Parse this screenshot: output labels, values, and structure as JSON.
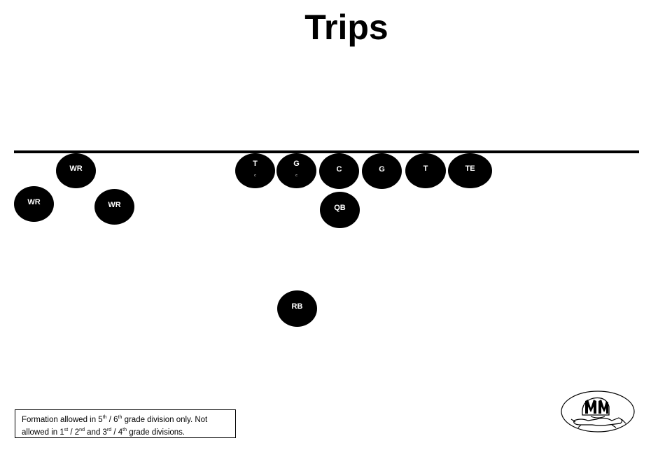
{
  "title": "Trips",
  "players": [
    {
      "id": "wr-1",
      "label": "WR",
      "sub": ""
    },
    {
      "id": "wr-2",
      "label": "WR",
      "sub": ""
    },
    {
      "id": "wr-3",
      "label": "WR",
      "sub": ""
    },
    {
      "id": "lt",
      "label": "T",
      "sub": "c"
    },
    {
      "id": "lg",
      "label": "G",
      "sub": "c"
    },
    {
      "id": "c",
      "label": "C",
      "sub": ""
    },
    {
      "id": "rg",
      "label": "G",
      "sub": ""
    },
    {
      "id": "rt",
      "label": "T",
      "sub": ""
    },
    {
      "id": "te",
      "label": "TE",
      "sub": ""
    },
    {
      "id": "qb",
      "label": "QB",
      "sub": ""
    },
    {
      "id": "rb",
      "label": "RB",
      "sub": ""
    }
  ],
  "note": {
    "line1_a": "Formation allowed in 5",
    "line1_sup1": "th",
    "line1_b": " / 6",
    "line1_sup2": "th",
    "line1_c": " grade division only.  Not",
    "line2_a": "allowed in 1",
    "line2_sup1": "st",
    "line2_b": " / 2",
    "line2_sup2": "nd",
    "line2_c": " and 3",
    "line2_sup3": "rd",
    "line2_d": " / 4",
    "line2_sup4": "th",
    "line2_e": " grade divisions."
  },
  "logo": {
    "icon": "helmet-logo-icon",
    "letters": "M M"
  },
  "colors": {
    "player_fill": "#000000",
    "player_text": "#ffffff",
    "line": "#000000",
    "background": "#ffffff"
  }
}
